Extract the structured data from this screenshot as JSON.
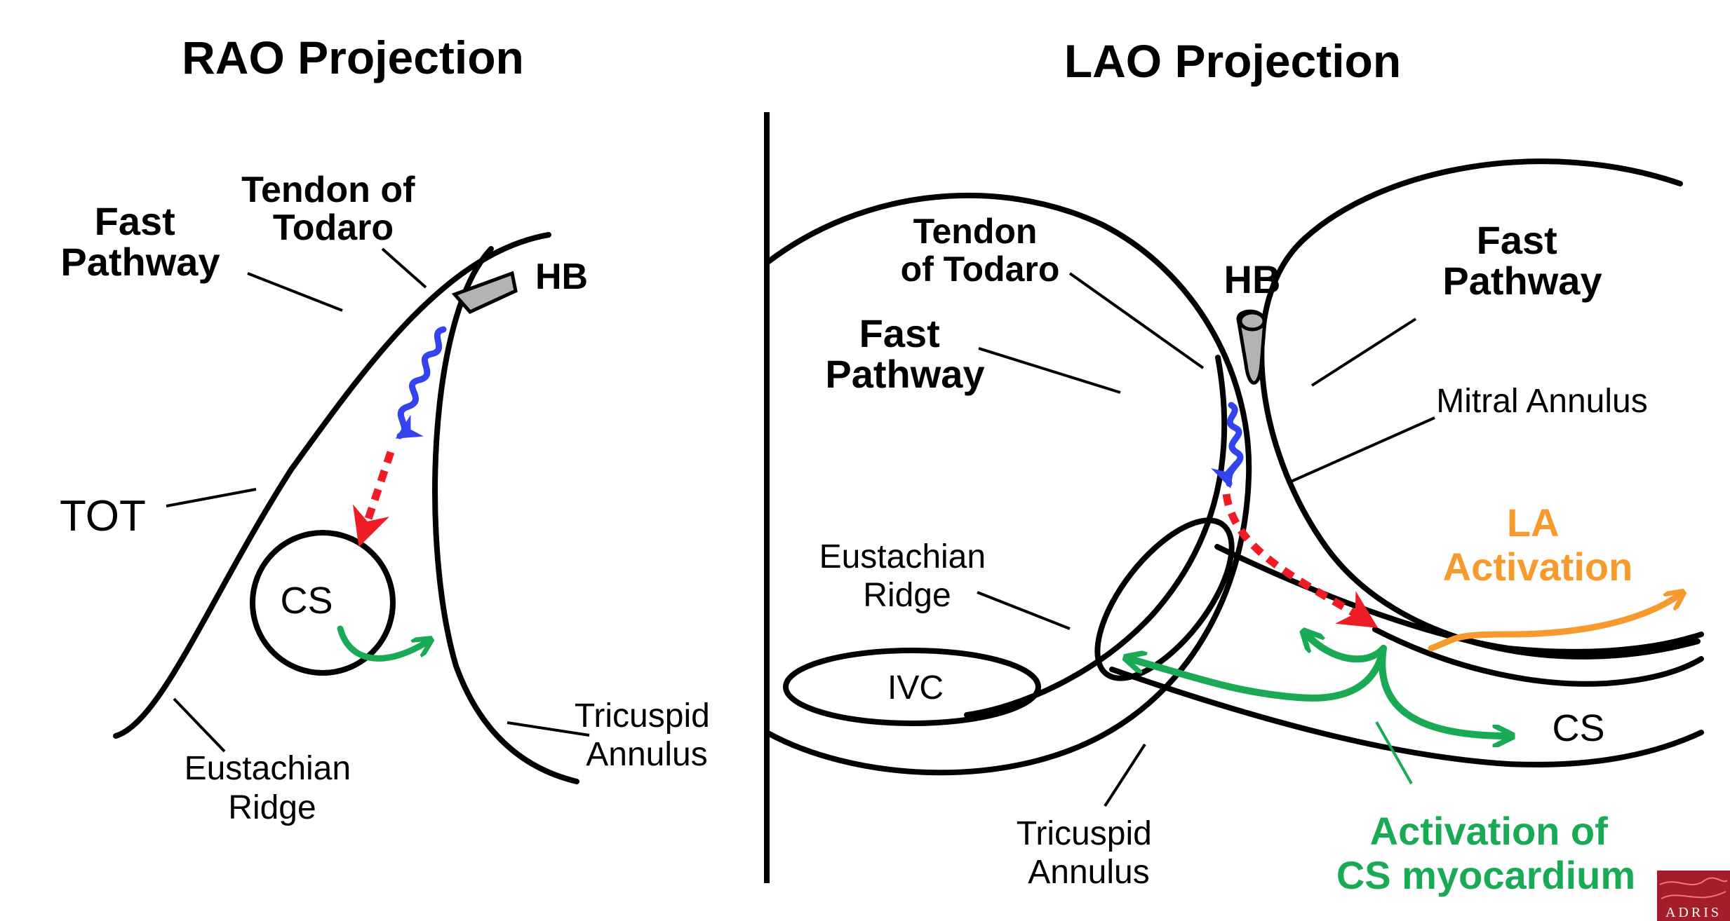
{
  "rao": {
    "title": "RAO Projection",
    "fast_pathway": [
      "Fast",
      "Pathway"
    ],
    "tendon_of_todaro": [
      "Tendon of",
      "Todaro"
    ],
    "hb": "HB",
    "tot": "TOT",
    "cs": "CS",
    "tricuspid_annulus": [
      "Tricuspid",
      "Annulus"
    ],
    "eustachian_ridge": [
      "Eustachian",
      "Ridge"
    ]
  },
  "lao": {
    "title": "LAO Projection",
    "tendon_of_todaro": [
      "Tendon",
      "of Todaro"
    ],
    "hb": "HB",
    "fast_pathway_left": [
      "Fast",
      "Pathway"
    ],
    "fast_pathway_right": [
      "Fast",
      "Pathway"
    ],
    "mitral_annulus": "Mitral Annulus",
    "la_activation": [
      "LA",
      "Activation"
    ],
    "eustachian_ridge": [
      "Eustachian",
      "Ridge"
    ],
    "ivc": "IVC",
    "cs": "CS",
    "tricuspid_annulus": [
      "Tricuspid",
      "Annulus"
    ],
    "cs_myocardium": [
      "Activation of",
      "CS myocardium"
    ]
  },
  "logo": {
    "text": "ADRIS",
    "color": "#a31d2b"
  },
  "colors": {
    "slow_wave": "#3344ee",
    "dotted_arrow": "#ee1c25",
    "cs_activation": "#1aaa55",
    "la_activation": "#f79a2e",
    "hb_fill": "#b3b3b3"
  }
}
